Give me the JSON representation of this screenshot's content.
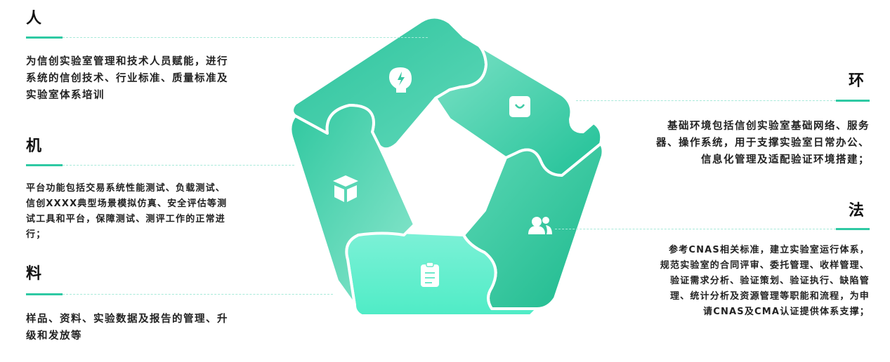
{
  "sections": {
    "ren": {
      "title": "人",
      "desc": [
        "为信创实验室管理和技术人员赋能，进行",
        "系统的信创技术、行业标准、质量标准及",
        "实验室体系培训"
      ]
    },
    "ji": {
      "title": "机",
      "desc": [
        "平台功能包括交易系统性能测试、负载测试、",
        "信创XXXX典型场景模拟仿真、安全评估等测",
        "试工具和平台，保障测试、测评工作的正常进",
        "行；"
      ]
    },
    "liao": {
      "title": "料",
      "desc": [
        "样品、资料、实验数据及报告的管理、升",
        "级和发放等"
      ]
    },
    "huan": {
      "title": "环",
      "desc": [
        "基础环境包括信创实验室基础网络、服务",
        "器、操作系统，用于支撑实验室日常办公、",
        "信息化管理及适配验证环境搭建；"
      ]
    },
    "fa": {
      "title": "法",
      "desc": [
        "参考CNAS相关标准，建立实验室运行体系，",
        "规范实验室的合同评审、委托管理、收样管理、",
        "验证需求分析、验证策划、验证执行、缺陷管",
        "理、统计分析及资源管理等职能和流程，为申",
        "请CNAS及CMA认证提供体系支撑；"
      ]
    }
  },
  "icons": {
    "top": "brain-idea-icon",
    "right": "bag-icon",
    "bottom_right": "users-icon",
    "bottom": "clipboard-icon",
    "left": "box-icon"
  },
  "colors": {
    "accent": "#2ec9a3",
    "dash": "#a7e9d9"
  }
}
